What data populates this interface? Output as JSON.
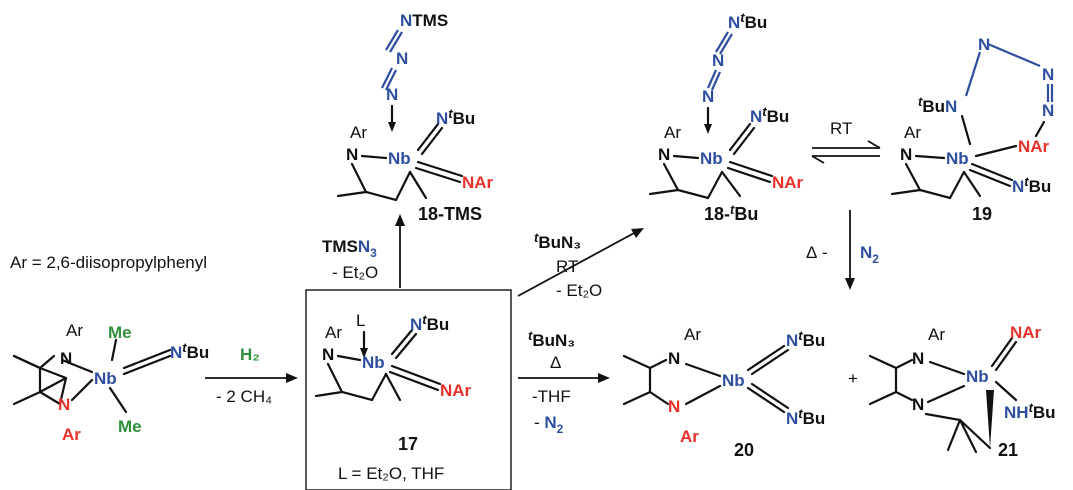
{
  "colors": {
    "nitrogen_blue": "#2e4fa0",
    "aryl_red": "#e8312a",
    "hydrogen_green": "#2f8f3a",
    "ink": "#111111"
  },
  "legend": {
    "ar_definition": "Ar  = 2,6-diisopropylphenyl"
  },
  "atoms": {
    "Nb": "Nb",
    "N": "N",
    "Ar": "Ar",
    "Me": "Me",
    "NAr": "NAr",
    "L": "L",
    "tBu_t": "t",
    "tBu_Bu": "Bu",
    "NTMS": "NTMS",
    "NH": "NH"
  },
  "compounds": {
    "c17": {
      "label": "17",
      "note": "L = Et₂O, THF"
    },
    "c18tms": {
      "label": "18-TMS"
    },
    "c18tbu": {
      "label_prefix": "18-",
      "label_t": "t",
      "label_suffix": "Bu"
    },
    "c19": {
      "label": "19"
    },
    "c20": {
      "label": "20"
    },
    "c21": {
      "label": "21"
    }
  },
  "reagents": {
    "step1_above": "H₂",
    "step1_below": "- 2 CH₄",
    "step_tms_line1": "TMSN₃",
    "step_tms_line2": "- Et₂O",
    "step_tbu_rt_line1": "BuN₃",
    "step_tbu_rt_line2": "RT",
    "step_tbu_rt_line3": "- Et₂O",
    "step_20_line1": "BuN₃",
    "step_20_line2": "Δ",
    "step_20_line3": "-THF",
    "step_20_line4": "- N₂",
    "step_19_rt": "RT",
    "step_heat": "Δ",
    "step_heat_n2": "- N₂",
    "plus": "+"
  }
}
